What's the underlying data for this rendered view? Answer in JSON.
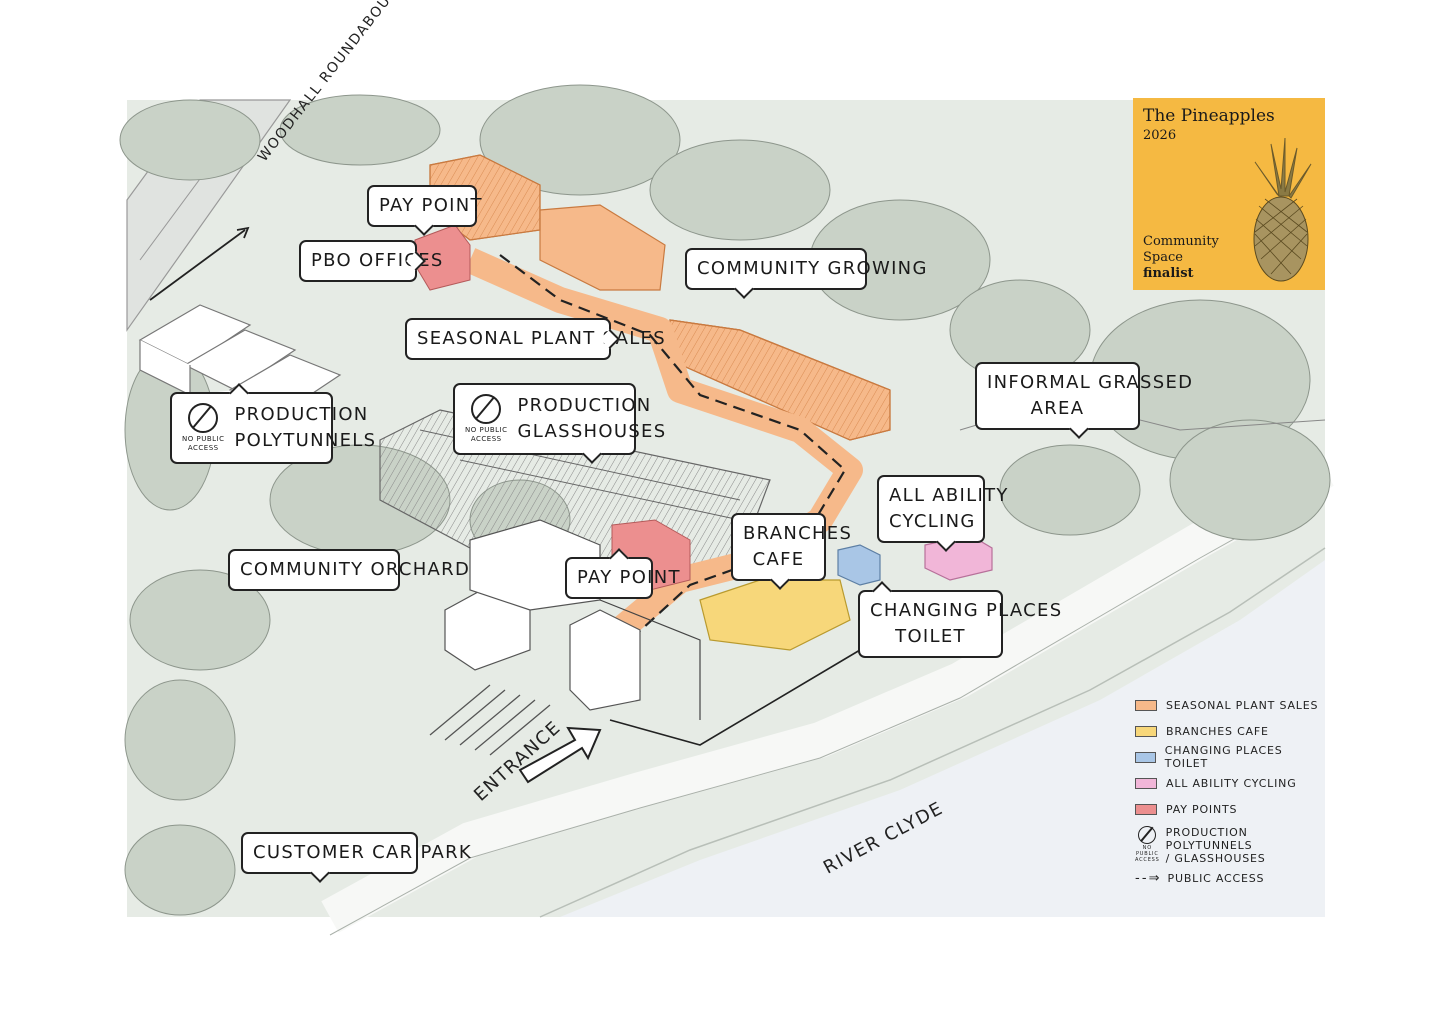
{
  "badge": {
    "title": "The Pineapples",
    "year": "2026",
    "line1": "Community",
    "line2": "Space",
    "line3": "finalist"
  },
  "callouts": {
    "pay_point_top": "PAY POINT",
    "pbo_offices": "PBO OFFICES",
    "community_growing": "COMMUNITY GROWING",
    "seasonal_plant_sales": "SEASONAL PLANT SALES",
    "production_polytunnels_l1": "PRODUCTION",
    "production_polytunnels_l2": "POLYTUNNELS",
    "production_glasshouses_l1": "PRODUCTION",
    "production_glasshouses_l2": "GLASSHOUSES",
    "no_public_access_l1": "NO PUBLIC",
    "no_public_access_l2": "ACCESS",
    "informal_grassed_l1": "INFORMAL GRASSED",
    "informal_grassed_l2": "AREA",
    "all_ability_l1": "ALL ABILITY",
    "all_ability_l2": "CYCLING",
    "branches_cafe_l1": "BRANCHES",
    "branches_cafe_l2": "CAFE",
    "community_orchard": "COMMUNITY ORCHARD",
    "pay_point_lower": "PAY POINT",
    "changing_places_l1": "CHANGING PLACES",
    "changing_places_l2": "TOILET",
    "customer_car_park": "CUSTOMER CAR PARK"
  },
  "map_labels": {
    "woodhall": "WOODHALL ROUNDABOUT",
    "entrance": "ENTRANCE",
    "river": "RIVER CLYDE"
  },
  "legend": {
    "items": [
      {
        "label": "SEASONAL PLANT SALES",
        "color": "#f6b98a"
      },
      {
        "label": "BRANCHES CAFE",
        "color": "#f7d77a"
      },
      {
        "label": "CHANGING PLACES TOILET",
        "color": "#a9c6e6"
      },
      {
        "label": "ALL ABILITY CYCLING",
        "color": "#f1b6d8"
      },
      {
        "label": "PAY POINTS",
        "color": "#ec8f8f"
      }
    ],
    "np_caption_l1": "NO PUBLIC",
    "np_caption_l2": "ACCESS",
    "np_label_l1": "PRODUCTION POLYTUNNELS",
    "np_label_l2": "/ GLASSHOUSES",
    "public_access": "PUBLIC ACCESS",
    "public_access_icon": "dashed-arrow-icon"
  },
  "colors": {
    "plant_sales": "#f6b98a",
    "cafe": "#f7d77a",
    "toilet": "#a9c6e6",
    "cycling": "#f1b6d8",
    "pay_point": "#ec8f8f",
    "badge": "#f5b942",
    "river": "#eef1f5",
    "tree": "#c9d2c7",
    "ground": "#e4e9e3"
  }
}
